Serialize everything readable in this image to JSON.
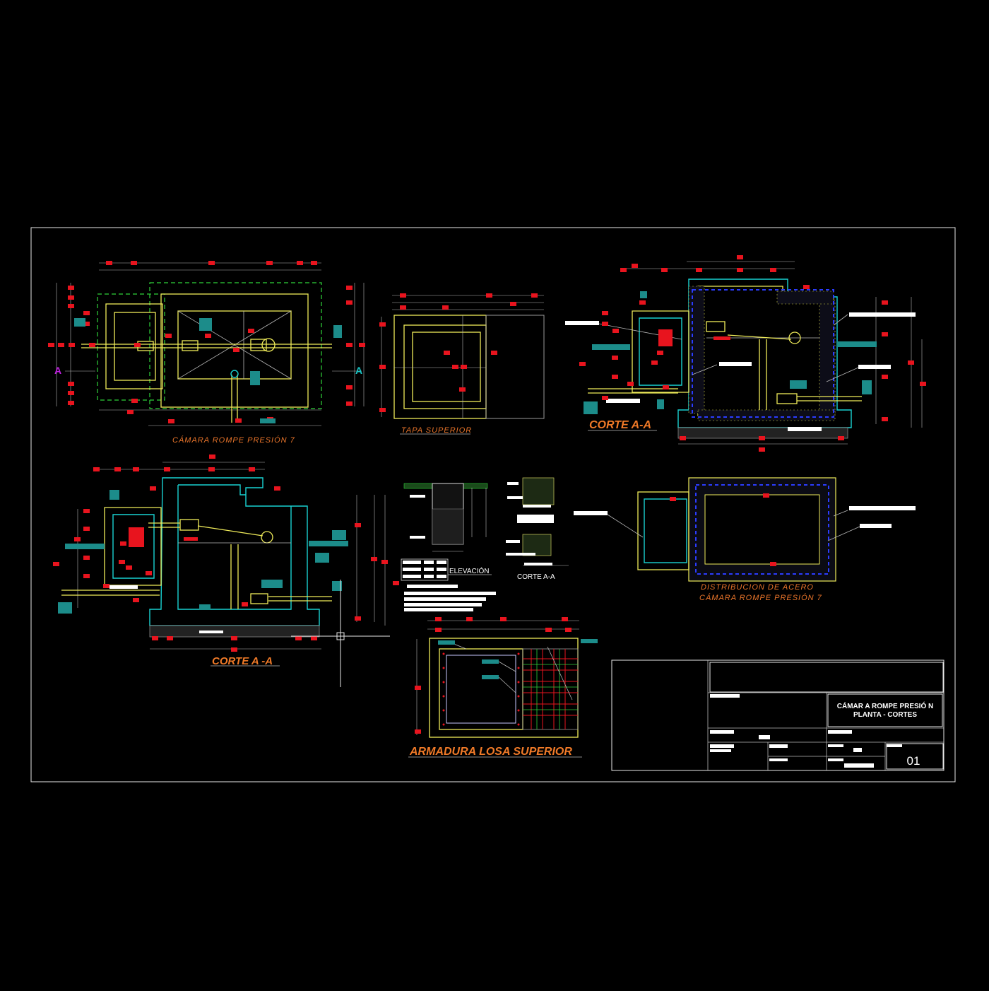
{
  "drawing": {
    "titles": {
      "plan": "CÁMARA ROMPE PRESIÓN 7",
      "lid": "TAPA SUPERIOR",
      "section_top": "CORTE A-A",
      "section_bottom": "CORTE A -A",
      "elevation": "ELEVACIÓN",
      "detail_section": "CORTE A-A",
      "steel_line1": "DISTRIBUCION DE ACERO",
      "steel_line2": "CÁMARA ROMPE PRESIÓN 7",
      "slab_reinf": "ARMADURA LOSA SUPERIOR"
    },
    "section_markers": [
      "A",
      "A"
    ],
    "title_block": {
      "project_line1": "CÁMAR A ROMPE PRESIÓ N",
      "project_line2": "PLANTA - CORTES",
      "sheet_number": "01"
    },
    "colors": {
      "background": "#000000",
      "frame": "#e8e8e8",
      "cyan_walls": "#19d2d2",
      "yellow_lines": "#f0ec5a",
      "green_hidden": "#2fd23a",
      "dimension_tags": "#e8141e",
      "label_tags": "#1c8c8a",
      "title_text": "#f07a28",
      "marker": "#c020e0",
      "rebar": "#2b3cff"
    },
    "icons": [
      "crosshair-cursor-icon"
    ]
  }
}
